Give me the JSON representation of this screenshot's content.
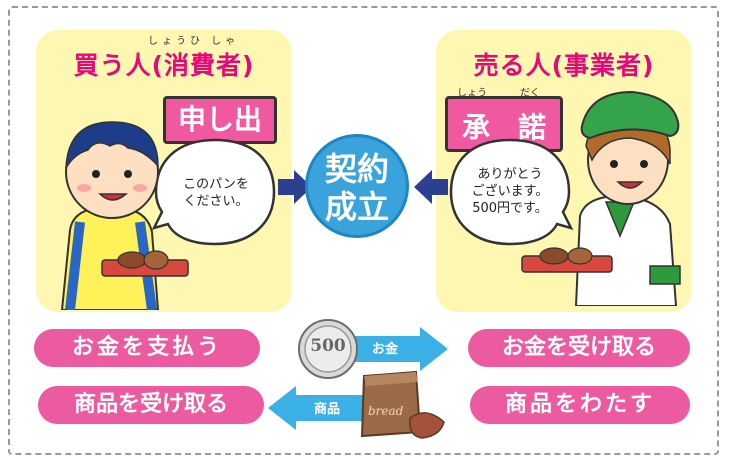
{
  "buyer": {
    "title": "買う人(消費者)",
    "ruby": "しょうひ しゃ",
    "tag": "申し出",
    "speech": "このパンを\nください。"
  },
  "seller": {
    "title": "売る人(事業者)",
    "tag": "承　諾",
    "ruby_left": "しょう",
    "ruby_right": "だく",
    "speech": "ありがとう\nございます。\n500円です。"
  },
  "center": {
    "line1": "契約",
    "line2": "成立"
  },
  "flow": {
    "pay_money": "お金を支払う",
    "receive_money": "お金を受け取る",
    "money_label": "お金",
    "coin_value": "500",
    "receive_goods": "商品を受け取る",
    "hand_goods": "商品をわたす",
    "goods_label": "商品",
    "bag_label": "bread"
  },
  "colors": {
    "pink": "#ec5b9f",
    "title_pink": "#e4087a",
    "blue": "#3aa3dc",
    "navy": "#2d3f8f",
    "panel": "#fdf7b2"
  }
}
